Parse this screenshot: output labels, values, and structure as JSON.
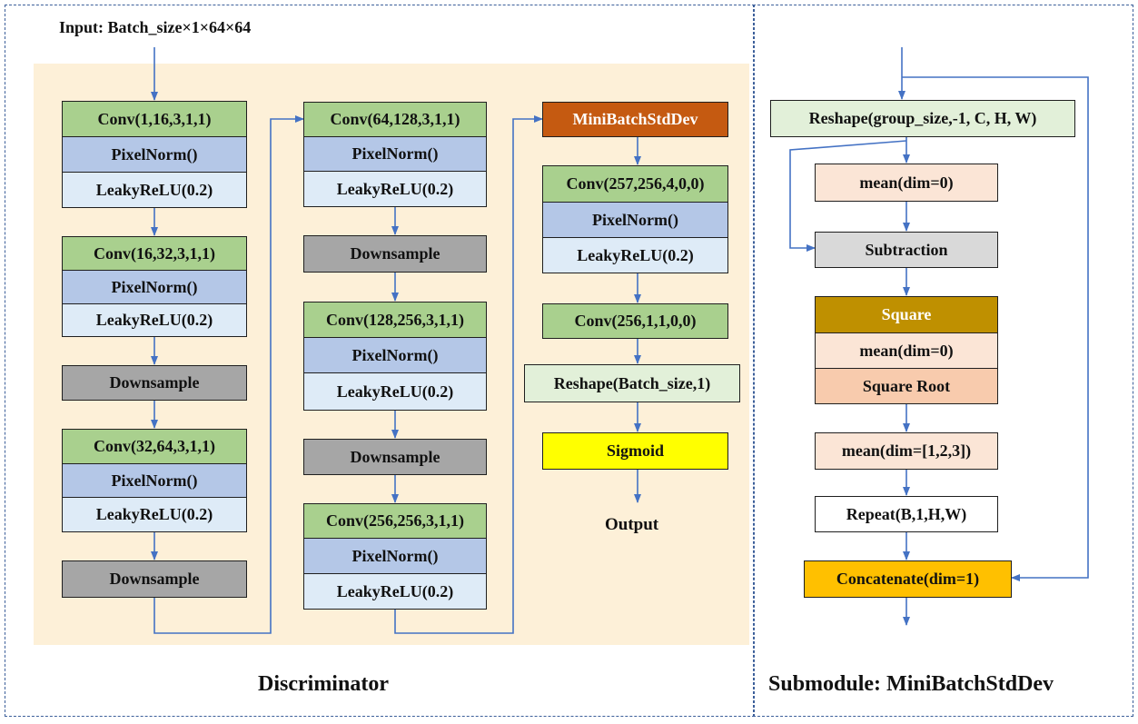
{
  "input_label": "Input:   Batch_size×1×64×64",
  "discriminator": {
    "caption": "Discriminator",
    "col1": [
      "Conv(1,16,3,1,1)",
      "PixelNorm()",
      "LeakyReLU(0.2)",
      "Conv(16,32,3,1,1)",
      "PixelNorm()",
      "LeakyReLU(0.2)",
      "Downsample",
      "Conv(32,64,3,1,1)",
      "PixelNorm()",
      "LeakyReLU(0.2)",
      "Downsample"
    ],
    "col2": [
      "Conv(64,128,3,1,1)",
      "PixelNorm()",
      "LeakyReLU(0.2)",
      "Downsample",
      "Conv(128,256,3,1,1)",
      "PixelNorm()",
      "LeakyReLU(0.2)",
      "Downsample",
      "Conv(256,256,3,1,1)",
      "PixelNorm()",
      "LeakyReLU(0.2)"
    ],
    "col3": [
      "MiniBatchStdDev",
      "Conv(257,256,4,0,0)",
      "PixelNorm()",
      "LeakyReLU(0.2)",
      "Conv(256,1,1,0,0)",
      "Reshape(Batch_size,1)",
      "Sigmoid"
    ],
    "output_label": "Output"
  },
  "submodule": {
    "caption": "Submodule:  MiniBatchStdDev",
    "steps": [
      "Reshape(group_size,-1, C, H, W)",
      "mean(dim=0)",
      "Subtraction",
      "Square",
      "mean(dim=0)",
      "Square Root",
      "mean(dim=[1,2,3])",
      "Repeat(B,1,H,W)",
      "Concatenate(dim=1)"
    ]
  },
  "colors": {
    "arrow": "#4472c4",
    "frame": "#3c5f9a",
    "panel_bg": "#fdf0d8"
  }
}
